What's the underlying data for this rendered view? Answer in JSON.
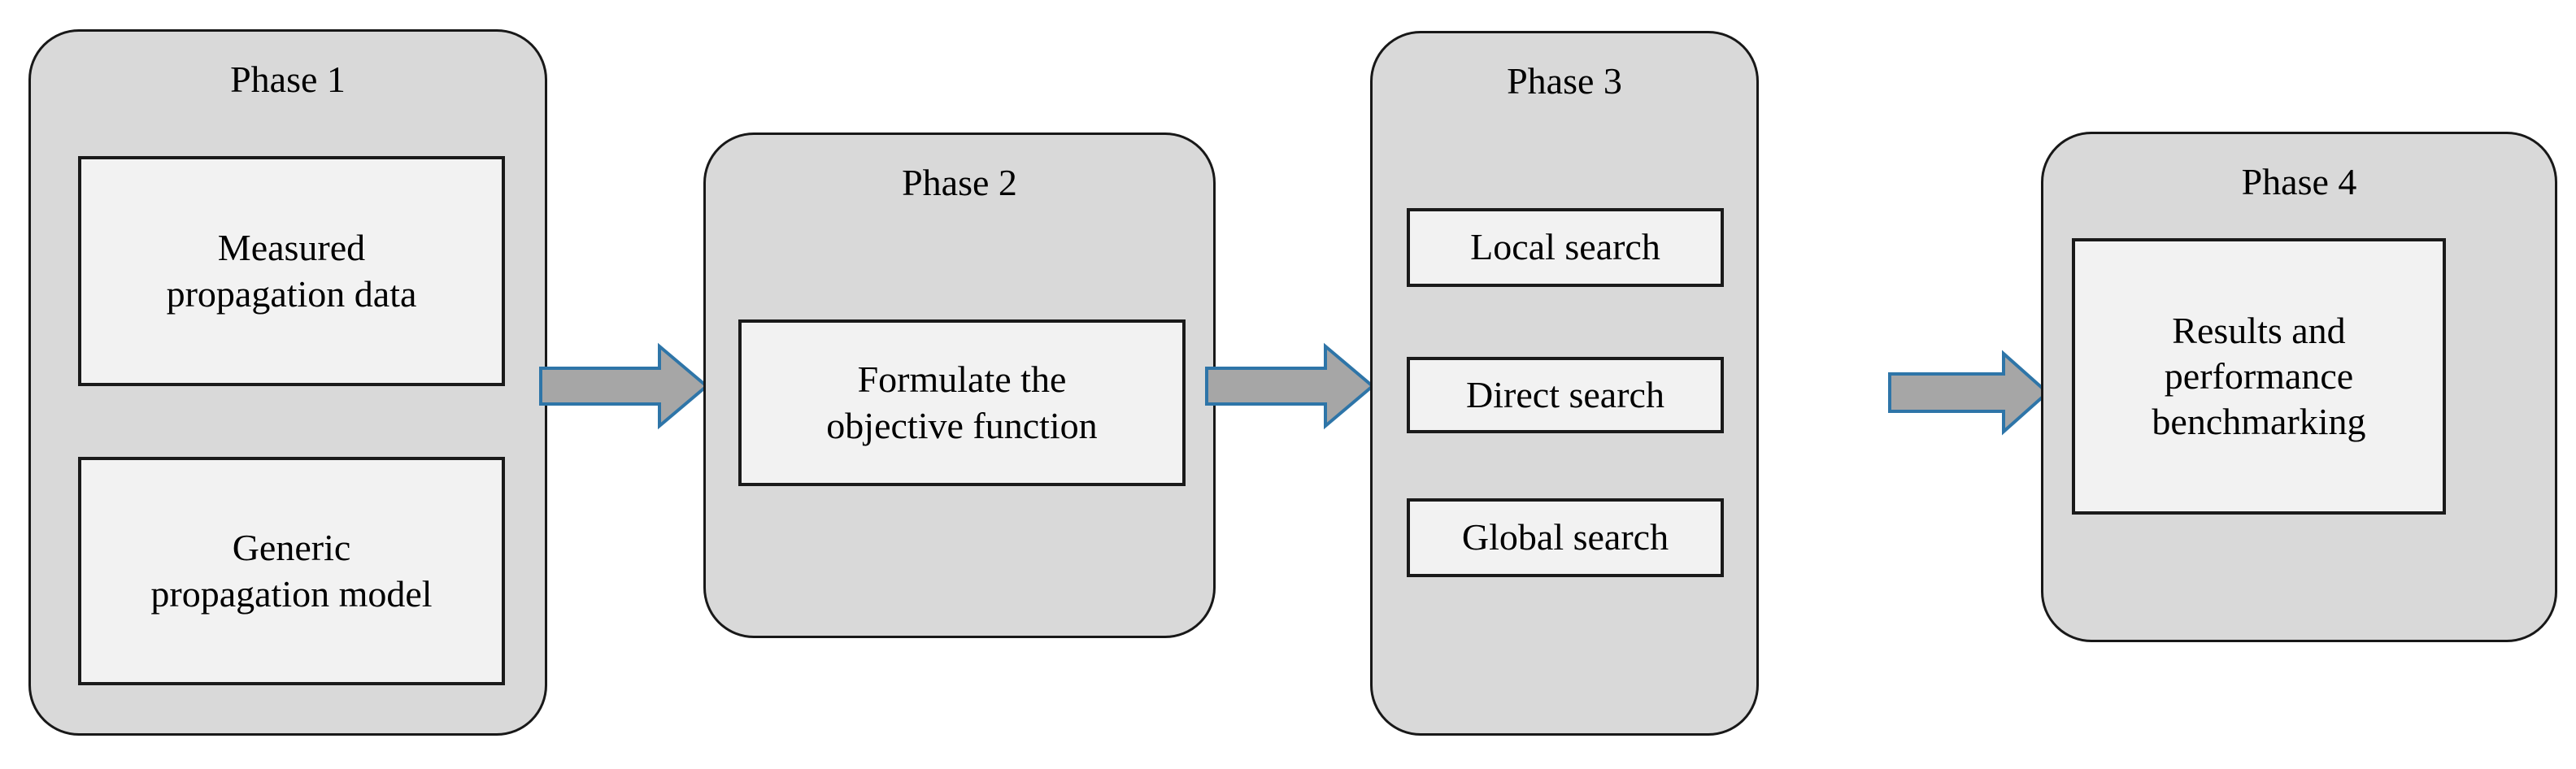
{
  "diagram": {
    "type": "four-phase-horizontal-flow",
    "background_color": "#ffffff",
    "phases": [
      {
        "id": "phase-1",
        "title": "Phase 1",
        "fill": "#d9d9d9",
        "stroke": "#181818",
        "boxes": [
          {
            "id": "measured-propagation-data",
            "lines": [
              "Measured",
              "propagation data"
            ]
          },
          {
            "id": "generic-propagation-model",
            "lines": [
              "Generic",
              "propagation model"
            ]
          }
        ]
      },
      {
        "id": "phase-2",
        "title": "Phase 2",
        "fill": "#d9d9d9",
        "stroke": "#181818",
        "boxes": [
          {
            "id": "formulate-objective-function",
            "lines": [
              "Formulate the",
              "objective function"
            ]
          }
        ]
      },
      {
        "id": "phase-3",
        "title": "Phase 3",
        "fill": "#d9d9d9",
        "stroke": "#181818",
        "boxes": [
          {
            "id": "local-search",
            "lines": [
              "Local search"
            ]
          },
          {
            "id": "direct-search",
            "lines": [
              "Direct search"
            ]
          },
          {
            "id": "global-search",
            "lines": [
              "Global search"
            ]
          }
        ]
      },
      {
        "id": "phase-4",
        "title": "Phase 4",
        "fill": "#d9d9d9",
        "stroke": "#181818",
        "boxes": [
          {
            "id": "results-performance-benchmarking",
            "lines": [
              "Results and",
              "performance",
              "benchmarking"
            ]
          }
        ]
      }
    ],
    "arrows": [
      {
        "id": "arrow-phase1-to-phase2",
        "from": "phase-1",
        "to": "phase-2",
        "direction": "right"
      },
      {
        "id": "arrow-phase2-to-phase3",
        "from": "phase-2",
        "to": "phase-3",
        "direction": "right"
      },
      {
        "id": "arrow-phase3-to-phase4",
        "from": "phase-3",
        "to": "phase-4",
        "direction": "right"
      }
    ],
    "colors": {
      "panel_fill": "#d9d9d9",
      "panel_stroke": "#181818",
      "box_fill": "#f2f2f2",
      "box_stroke": "#1a1a1a",
      "arrow_fill": "#a6a6a6",
      "arrow_stroke": "#2e75a8",
      "text": "#000000"
    }
  }
}
